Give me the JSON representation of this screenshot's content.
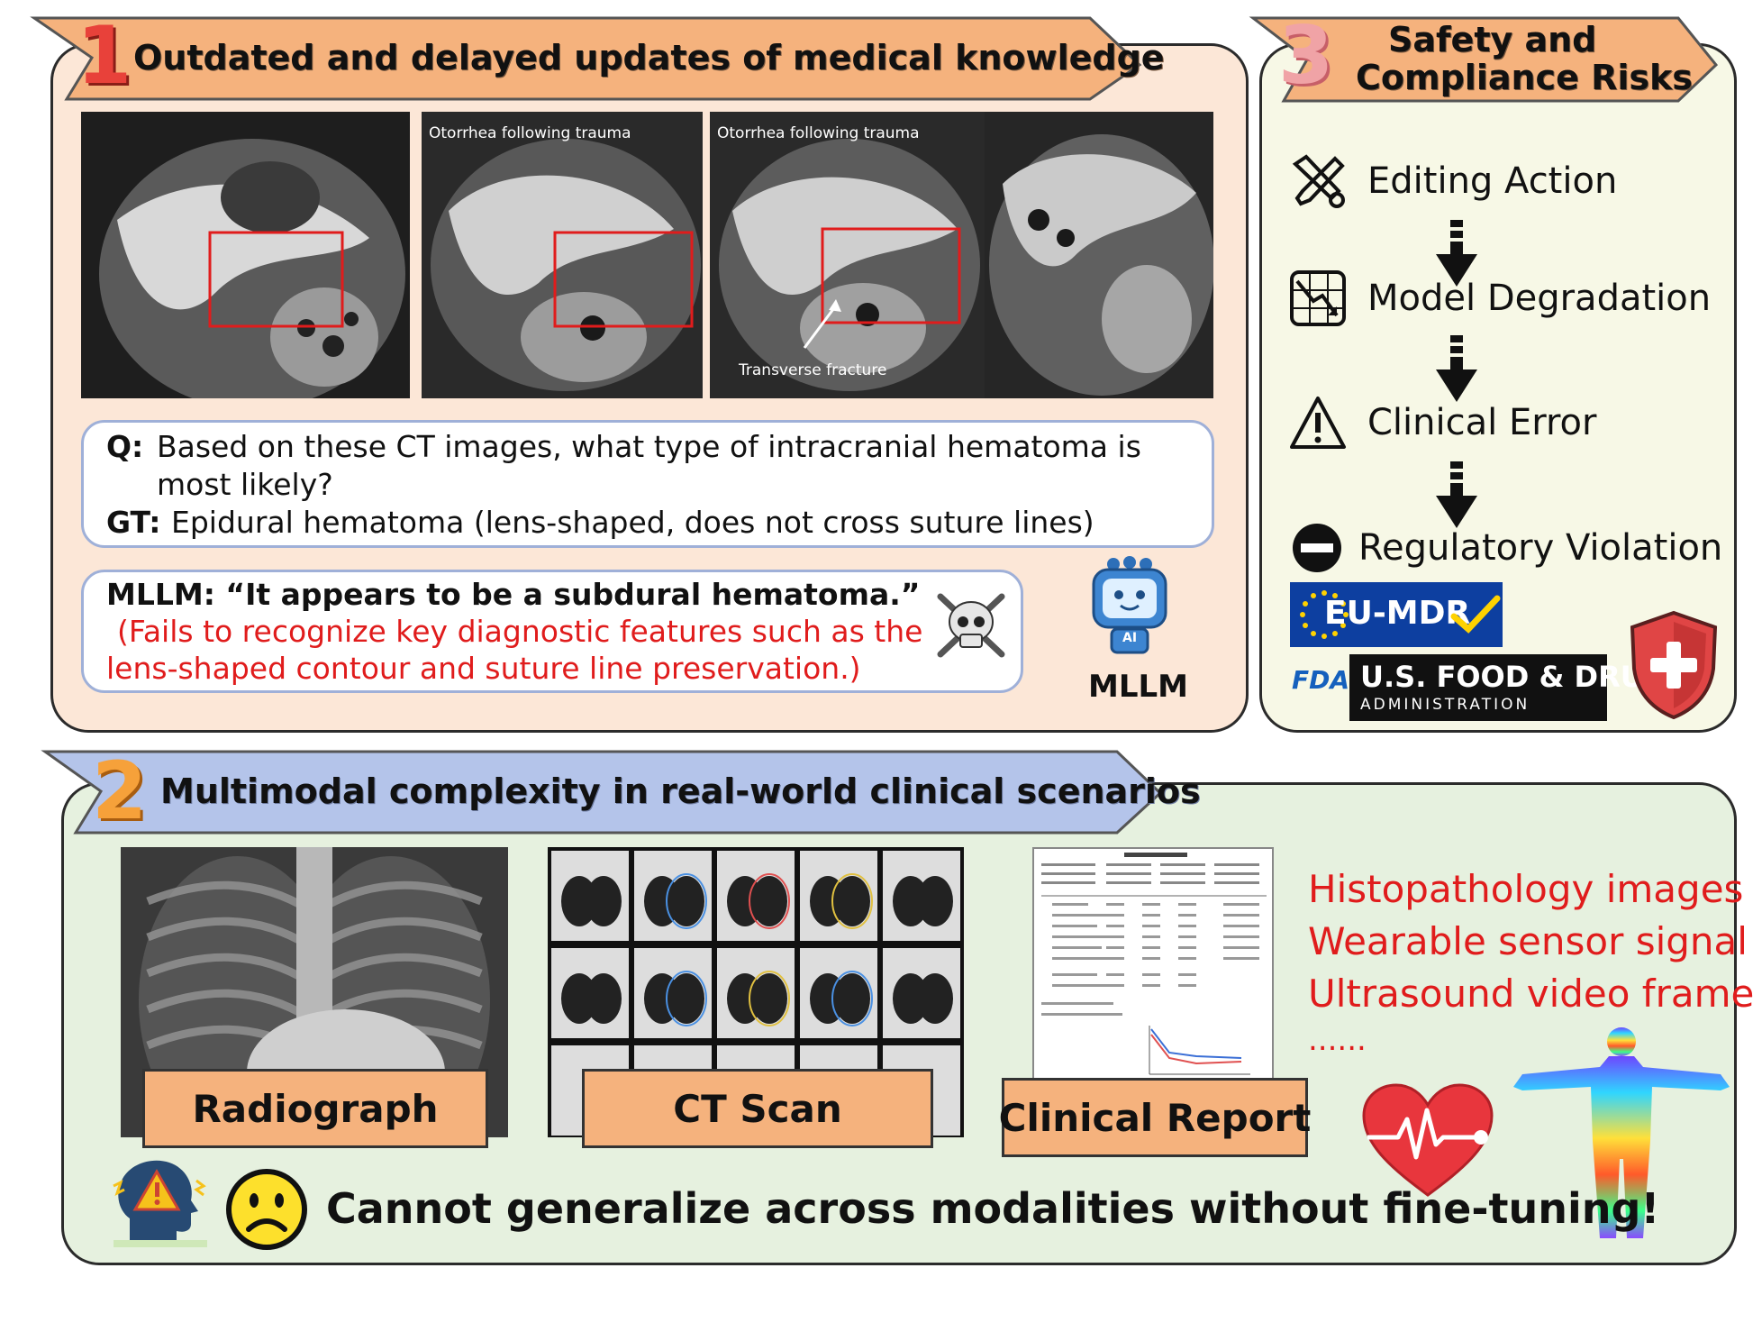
{
  "section1": {
    "number": "1",
    "title": "Outdated and delayed updates of medical knowledge",
    "ct_captions": [
      "Otorrhea following trauma",
      "Otorrhea following trauma"
    ],
    "arrow_caption": "Transverse fracture",
    "question_label": "Q:",
    "question_line1": "Based on these CT images, what type of intracranial hematoma is",
    "question_line2": "most likely?",
    "gt_label": "GT:",
    "gt_text": "Epidural hematoma (lens-shaped, does not cross suture lines)",
    "mllm_line": "MLLM: “It appears to be a subdural hematoma.”",
    "fail_line1": "(Fails to recognize key diagnostic features such as the",
    "fail_line2": "lens-shaped contour and suture line preservation.)",
    "robot_label": "MLLM",
    "robot_badge": "AI"
  },
  "section3": {
    "number": "3",
    "title_line1": "Safety and",
    "title_line2": "Compliance Risks",
    "flow": [
      {
        "label": "Editing Action",
        "icon": "tools-icon"
      },
      {
        "label": "Model Degradation",
        "icon": "degradation-chart-icon"
      },
      {
        "label": "Clinical Error",
        "icon": "warning-triangle-icon"
      },
      {
        "label": "Regulatory Violation",
        "icon": "no-entry-icon"
      }
    ],
    "eu_logo": "EU-MDR",
    "fda_mark": "FDA",
    "fda_line1": "U.S. FOOD & DRUG",
    "fda_line2": "ADMINISTRATION"
  },
  "section2": {
    "number": "2",
    "title": "Multimodal complexity in real-world clinical scenarios",
    "tags": [
      "Radiograph",
      "CT Scan",
      "Clinical Report"
    ],
    "modalities": [
      "Histopathology images",
      "Wearable sensor signal",
      "Ultrasound video frame",
      "......"
    ],
    "conclusion": "Cannot generalize across modalities without fine-tuning!"
  },
  "colors": {
    "panel1_bg": "#fce7d7",
    "panel3_bg": "#f7f8e6",
    "panel2_bg": "#e6f1df",
    "banner_orange": "#f5b27d",
    "banner_blue": "#b4c4ea",
    "accent_red": "#e01c1c"
  }
}
